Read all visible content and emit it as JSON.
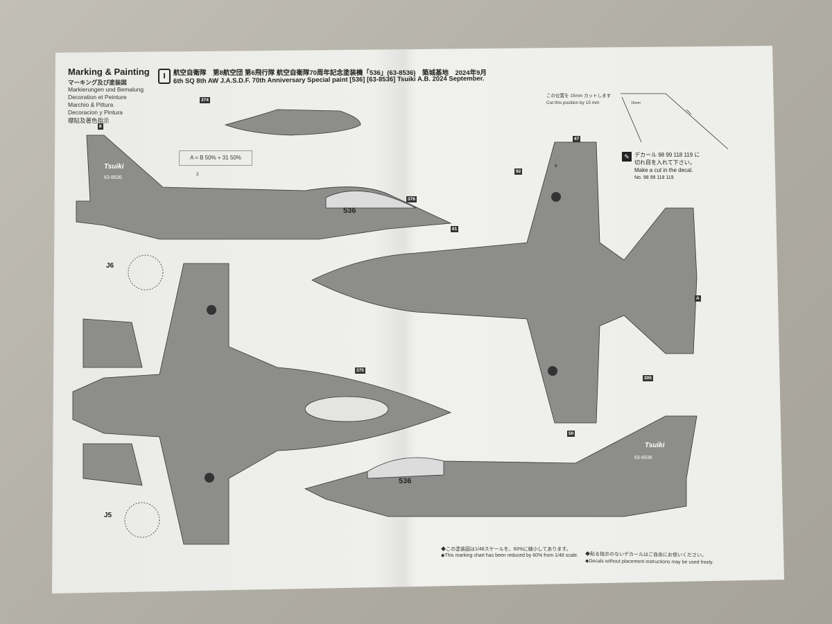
{
  "header": {
    "title": "Marking & Painting",
    "subtitles": [
      "マーキング及び塗装図",
      "Markierungen und Bemalung",
      "Decoration et Peinture",
      "Marchio & Pittura",
      "Decoracion y Pintura",
      "標貼及著色指示"
    ],
    "scheme_badge": "I",
    "scheme_jp": "航空自衛隊　第8航空団 第6飛行隊 航空自衛隊70周年記念塗装機「536」(63-8536)　築城基地　2024年9月",
    "scheme_en": "6th SQ 8th AW J.A.S.D.F. 70th Anniversary Special paint [536] [63-8536] Tsuiki A.B. 2024 September."
  },
  "color_legend": "A = B 50% + 31 50%",
  "cut_note": {
    "jp": "この位置を 15mm カットします",
    "en": "Cut this position by 15 mm",
    "dimension": "15mm"
  },
  "decal_note": {
    "jp1": "デカール 98 99 118 119 に",
    "jp2": "切れ目を入れて下さい。",
    "en": "Make a cut in the decal.",
    "numbers": "No. 98 99 118 119"
  },
  "aircraft": {
    "serial": "63-8536",
    "nose_number": "536",
    "tail_text": "Tsuiki"
  },
  "views": {
    "j6": "J6",
    "j5": "J5"
  },
  "callouts": [
    "374",
    "376",
    "375",
    "61",
    "92",
    "8",
    "47",
    "305",
    "50",
    "A",
    "2",
    "6"
  ],
  "footer": {
    "left_jp": "◆この塗装図は1/48スケールを、60%に縮小してあります。",
    "left_en": "◆This marking chart has been reduced by 60% from 1/48 scale.",
    "right_jp": "◆貼る指示のないデカールはご自由にお使いください。",
    "right_en": "◆Decals without placement instructions may be used freely."
  }
}
